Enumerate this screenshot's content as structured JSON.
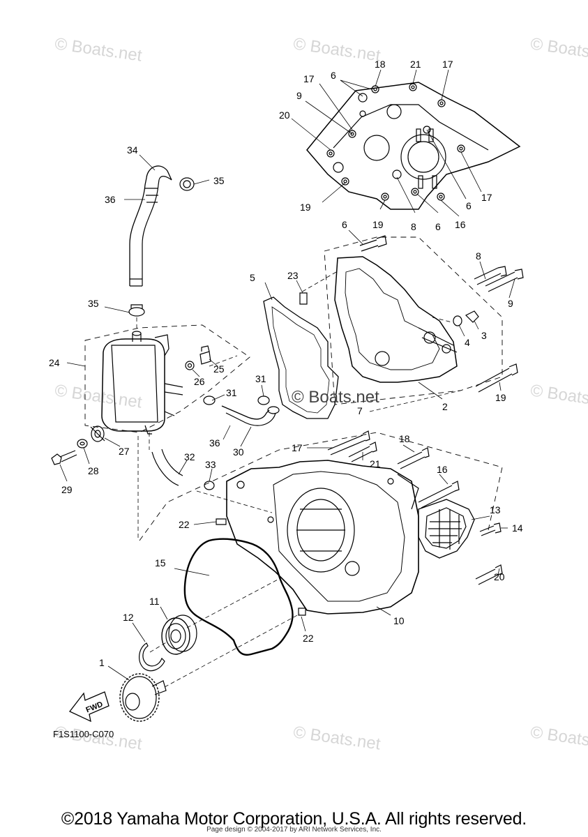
{
  "watermark": "© Boats.net",
  "center_watermark": "© Boats.net",
  "diagram_code": "F1S1100-C070",
  "fwd_label": "FWD",
  "copyright": "©2018 Yamaha Motor Corporation, U.S.A. All rights reserved.",
  "page_design": "Page design © 2004-2017 by ARI Network Services, Inc.",
  "callouts": {
    "c1": "1",
    "c2": "2",
    "c3": "3",
    "c4": "4",
    "c5": "5",
    "c6": "6",
    "c7": "7",
    "c8": "8",
    "c9": "9",
    "c10": "10",
    "c11": "11",
    "c12": "12",
    "c13": "13",
    "c14": "14",
    "c15": "15",
    "c16": "16",
    "c17": "17",
    "c18": "18",
    "c19": "19",
    "c20": "20",
    "c21": "21",
    "c22": "22",
    "c23": "23",
    "c24": "24",
    "c25": "25",
    "c26": "26",
    "c27": "27",
    "c28": "28",
    "c29": "29",
    "c30": "30",
    "c31": "31",
    "c32": "32",
    "c33": "33",
    "c34": "34",
    "c35": "35",
    "c36": "36"
  }
}
